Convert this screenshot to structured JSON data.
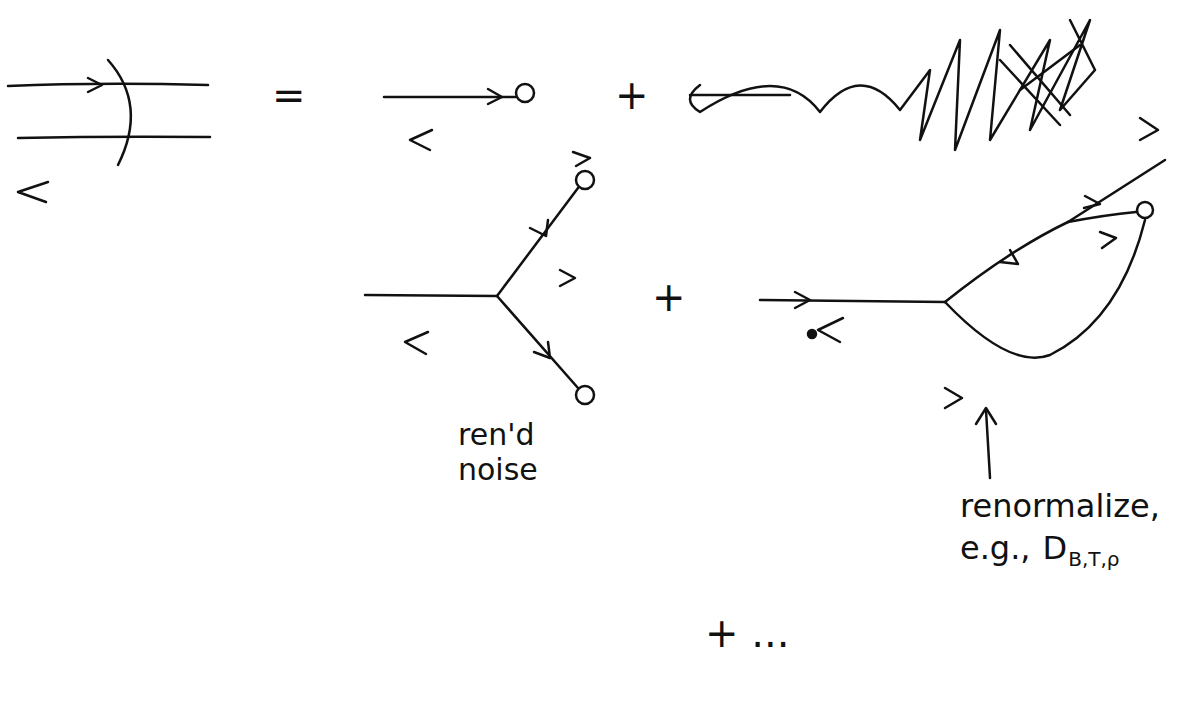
{
  "diagram": {
    "labels": [
      "=",
      "+",
      "+",
      "ren'd noise",
      "renormalize,",
      "e.g.,",
      "D",
      "B,T,ρ",
      "+ ..."
    ]
  }
}
